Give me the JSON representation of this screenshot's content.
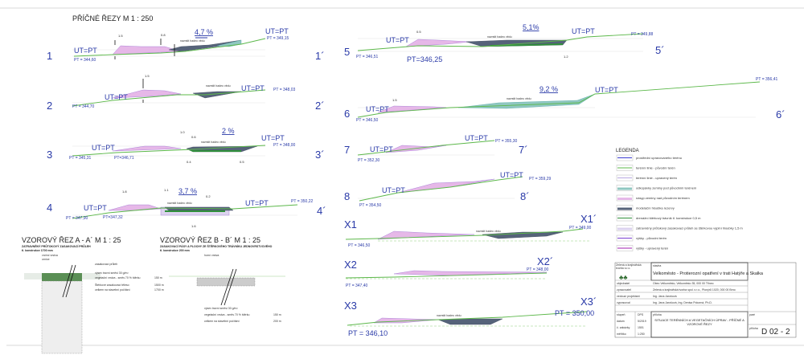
{
  "drawing": {
    "title": "PŘÍČNÉ ŘEZY   M 1 : 250",
    "sections": [
      {
        "id": "1",
        "end": "1´",
        "left_label": "UT=PT",
        "left_pt": "PT = 344,60",
        "right_label": "UT=PT",
        "right_pt": "PT = 349,15",
        "slope": "4,7 %",
        "note": "navrstit hadeo vědu"
      },
      {
        "id": "2",
        "end": "2´",
        "left_label": "UT=PT",
        "left_pt": "PT = 344,70",
        "right_label": "UT=PT",
        "right_pt": "PT = 348,03",
        "note": "navrstit hadeo vědu"
      },
      {
        "id": "3",
        "end": "3´",
        "left_label": "UT=PT",
        "left_pt": "PT = 345,31",
        "mid_pt": "PT=346,71",
        "right_label": "UT=PT",
        "right_pt": "PT = 348,00",
        "slope": "2 %",
        "note": "navrstit hadeo vědu"
      },
      {
        "id": "4",
        "end": "4´",
        "left_label": "UT=PT",
        "left_pt": "PT = 347,90",
        "mid_pt": "PT=347,32",
        "right_label": "UT=PT",
        "right_pt": "PT = 350,22",
        "slope": "3,7 %",
        "note": "navrstit hadeo vědu"
      },
      {
        "id": "5",
        "end": "5´",
        "left_label": "UT=PT",
        "left_pt": "PT = 346,51",
        "mid_pt": "PT=346,25",
        "right_label": "UT=PT",
        "right_pt": "PT = 349,88",
        "slope": "5,1%",
        "note": "navrstit hadeo vědu"
      },
      {
        "id": "6",
        "end": "6´",
        "left_label": "UT=PT",
        "left_pt": "PT = 346,50",
        "right_label": "UT=PT",
        "right_pt": "PT = 356,41",
        "slope": "9,2 %",
        "note": "navrstit hadeo vědu"
      },
      {
        "id": "7",
        "end": "7´",
        "left_label": "UT=PT",
        "left_pt": "PT = 352,30",
        "right_label": "UT=PT",
        "right_pt": "PT = 355,30"
      },
      {
        "id": "8",
        "end": "8´",
        "left_label": "UT=PT",
        "left_pt": "PT = 354,50",
        "right_label": "UT=PT",
        "right_pt": "PT = 359,29"
      },
      {
        "id": "X1",
        "end": "X1´",
        "left_pt": "PT = 346,50",
        "right_pt": "PT = 349,00",
        "note": "navrstit hadeo vědu"
      },
      {
        "id": "X2",
        "end": "X2´",
        "left_pt": "PT = 347,40",
        "right_pt": "PT = 348,00"
      },
      {
        "id": "X3",
        "end": "X3´",
        "left_pt": "PT = 346,10",
        "right_pt": "PT = 350,00",
        "note": "navrstit hadeo vědu"
      }
    ],
    "dims": [
      "1.5",
      "0.8",
      "1.5",
      "1.0",
      "0.6",
      "0.4",
      "0.5",
      "1.8",
      "1.1",
      "0.2",
      "1.6",
      "0.5",
      "1.2",
      "1.5"
    ]
  },
  "detail_a": {
    "title": "VZOROVÝ ŘEZ  A - A´   M 1 : 25",
    "subtitle": "ZATRAVNĚNÝ PRŮTOKOVÝ ZASAKOVACÍ PRŮLEH",
    "construction": "tl. konstrukce 1700 mm",
    "notes": [
      "vrchní vrstva",
      "ornice",
      "zasakovací průleh",
      "výsev travní směsi 30 g/m²",
      "vegetační vrstva - směs 70 % štěrku",
      "Štěrkové zasakovací těleso",
      "celkem na stavební počítání"
    ],
    "values": [
      "150 m",
      "1500 m",
      "1700 m"
    ]
  },
  "detail_b": {
    "title": "VZOROVÝ ŘEZ B - B´   M 1 : 25",
    "subtitle": "ZASAKOVACÍ PÁSY A PLOCHY ZE ŠTĚRKOVÉHO TRÁVNÍKU JEDNOVRSTVOVÉHO",
    "construction": "tl. konstrukce 200 mm",
    "notes": [
      "horní vrstva",
      "výsev travní směsi 30 g/m²",
      "vegetační vrstva - směs 70 % štěrku",
      "celkem na stavební počítání"
    ],
    "values": [
      "150 m",
      "200 m"
    ]
  },
  "legend": {
    "title": "LEGENDA",
    "items": [
      "prostřední upravovaného terénu",
      "terénní linie - původní terén",
      "terénní linie - upravený terén",
      "odkopávky zeminy pod původním terénem",
      "násyp zeminy nad původním terénem",
      "modelační hloubka rezervy",
      "drenážní štěrkový trávník tl. konstrukce 0,5 m",
      "zatravněný průtokový zasakovací průleh se štěrkovou výplní hloubky 1,5 m",
      "výšky - původní terén",
      "výšky - upravený terén"
    ],
    "colors": [
      "#3b3bd0",
      "#5cb84a",
      "#b8a8e0",
      "#8fc7c0",
      "#e6b8e8",
      "#56637a",
      "#2f8f3a",
      "#dcd3ef",
      "#7a40d0",
      "#a21fb0"
    ]
  },
  "title_block": {
    "company": "Zelená a krajinářská tvorba s.r.o.",
    "stavba_label": "stavba",
    "project": "Velkoměsto - Protierozní opatření v trati Hatýře a Skalka",
    "rows": [
      {
        "label": "objednatel",
        "value": "Obec Velkoměsto, Velkoměsto 35, 000 00 Třinec"
      },
      {
        "label": "zpracovatel",
        "value": "Zelená a krajinářská tvorba spol. s r.o., Pionýrů 1020, 000 00 Brno"
      },
      {
        "label": "vedoucí projektant",
        "value": "Ing. Jana Jarošová"
      },
      {
        "label": "vypracoval",
        "value": "Ing. Jana Jarošová, Ing. Denisa Pokorná, Ph.D."
      }
    ],
    "meta": [
      {
        "label": "stupeň",
        "value": "DPS"
      },
      {
        "label": "datum",
        "value": "5/2019"
      },
      {
        "label": "č. zakázky",
        "value": "1501"
      },
      {
        "label": "měřítko",
        "value": "1:250"
      }
    ],
    "priloha_label": "příloha",
    "drawing_title": "SITUACE TERÉNNÍCH A VEGETAČNÍCH ÚPRAV - PŘÍČNÉ A VZOROVÉ ŘEZY",
    "part_label": "paré",
    "number_label": "příloha",
    "number": "D 02 - 2"
  }
}
